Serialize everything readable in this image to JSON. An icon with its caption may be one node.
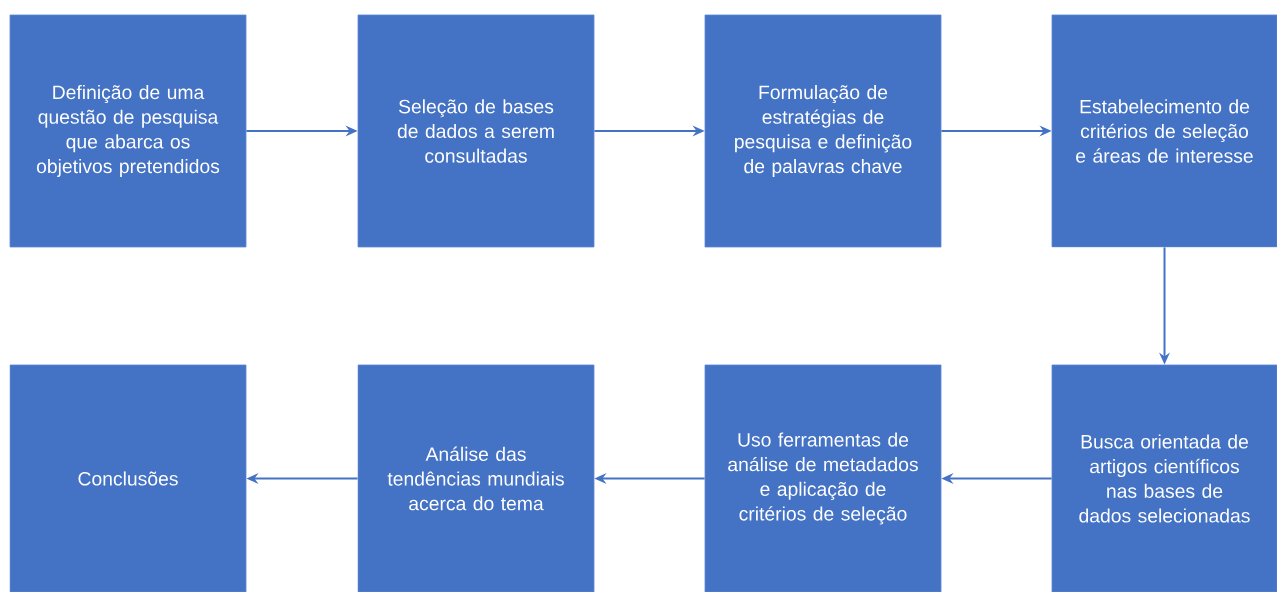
{
  "diagram": {
    "nodes": [
      {
        "text": [
          "Definição de uma questão de pesquisa que abarca os objetivos pretendidos"
        ]
      },
      {
        "text": [
          "Seleção de bases de dados a serem consultadas"
        ]
      },
      {
        "text": [
          "Formulação de estratégias de pesquisa e definição de palavras chave"
        ]
      },
      {
        "text": [
          "Estabelecimento de critérios de seleção e áreas de interesse"
        ]
      },
      {
        "text": [
          "Busca orientada de artigos científicos nas bases de dados selecionadas"
        ]
      },
      {
        "text": [
          "Uso ferramentas de análise de metadados e aplicação de critérios de seleção"
        ]
      },
      {
        "text": [
          "Análise das tendências mundiais acerca do tema"
        ]
      },
      {
        "text": [
          "Conclusões"
        ]
      }
    ],
    "edges": [
      {
        "from": 0,
        "to": 1,
        "arrow": "to"
      },
      {
        "from": 1,
        "to": 2,
        "arrow": "to"
      },
      {
        "from": 2,
        "to": 3,
        "arrow": "to"
      },
      {
        "from": 3,
        "to": 4,
        "arrow": "to"
      },
      {
        "from": 4,
        "to": 5,
        "arrow": "to"
      },
      {
        "from": 5,
        "to": 6,
        "arrow": "to"
      },
      {
        "from": 6,
        "to": 7,
        "arrow": "to"
      }
    ]
  }
}
